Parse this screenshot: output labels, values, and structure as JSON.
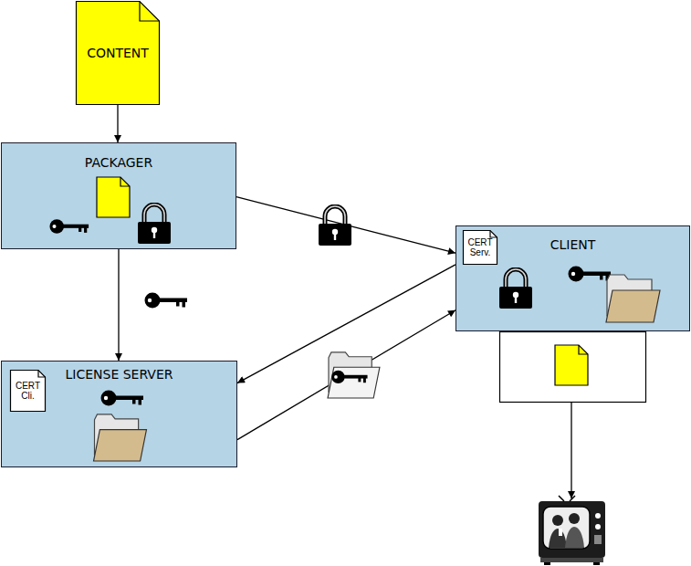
{
  "diagram": {
    "nodes": [
      {
        "text": [
          "CONTENT"
        ]
      },
      {
        "text": [
          "PACKAGER"
        ]
      },
      {
        "text": [
          "CLIENT"
        ]
      },
      {
        "text": [
          "CERT Serv."
        ],
        "in": 2
      },
      {
        "text": [
          "LICENSE SERVER"
        ]
      },
      {
        "text": [
          "CERT Cli."
        ],
        "in": 4
      }
    ],
    "edges": [
      {
        "from": 0,
        "to": 1,
        "arrow": "to"
      },
      {
        "from": 1,
        "to": 2,
        "arrow": "to"
      },
      {
        "from": 1,
        "to": 4,
        "arrow": "to"
      },
      {
        "from": 2,
        "to": 4,
        "arrow": "to"
      },
      {
        "from": 4,
        "to": 2,
        "arrow": "to"
      }
    ]
  }
}
